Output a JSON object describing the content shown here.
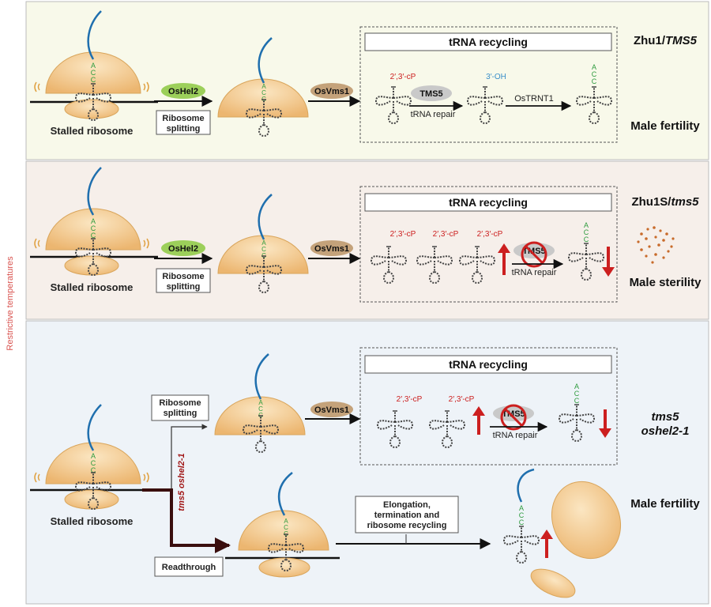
{
  "side_label": "Restrictive temperatures",
  "colors": {
    "panel1_bg": "#f8f9ea",
    "panel2_bg": "#f6efea",
    "panel3_bg": "#eef3f8",
    "ribosome": "#f3c98b",
    "ohel2": "#9ccf5a",
    "osvms1": "#c4a27a",
    "tms5": "#c9c9c9",
    "red": "#cc1f1f",
    "blue_oh": "#3a8fc9",
    "green_acc": "#2e9b3e",
    "mrna_blue": "#1f6fae"
  },
  "panel1": {
    "stalled": "Stalled ribosome",
    "oshel2": "OsHel2",
    "splitting_l1": "Ribosome",
    "splitting_l2": "splitting",
    "osvms1": "OsVms1",
    "recycling_title": "tRNA recycling",
    "cp": "2′,3′-cP",
    "tms5": "TMS5",
    "repair": "tRNA repair",
    "oh": "3′-OH",
    "ostrnt1": "OsTRNT1",
    "genotype_a": "Zhu1/",
    "genotype_b": "TMS5",
    "phenotype": "Male fertility"
  },
  "panel2": {
    "stalled": "Stalled ribosome",
    "oshel2": "OsHel2",
    "splitting_l1": "Ribosome",
    "splitting_l2": "splitting",
    "osvms1": "OsVms1",
    "recycling_title": "tRNA recycling",
    "cp1": "2′,3′-cP",
    "cp2": "2′,3′-cP",
    "cp3": "2′,3′-cP",
    "tms5": "TMS5",
    "repair": "tRNA repair",
    "genotype_a": "Zhu1S/",
    "genotype_b": "tms5",
    "phenotype": "Male sterility"
  },
  "panel3": {
    "stalled": "Stalled ribosome",
    "splitting_l1": "Ribosome",
    "splitting_l2": "splitting",
    "mutant_label": "tms5 oshel2-1",
    "readthrough": "Readthrough",
    "osvms1": "OsVms1",
    "recycling_title": "tRNA recycling",
    "cp1": "2′,3′-cP",
    "cp2": "2′,3′-cP",
    "tms5": "TMS5",
    "repair": "tRNA repair",
    "elong_l1": "Elongation,",
    "elong_l2": "termination and",
    "elong_l3": "ribosome recycling",
    "genotype_l1": "tms5",
    "genotype_l2": "oshel2-1",
    "phenotype": "Male fertility"
  },
  "acc": [
    "A",
    "C",
    "C"
  ]
}
